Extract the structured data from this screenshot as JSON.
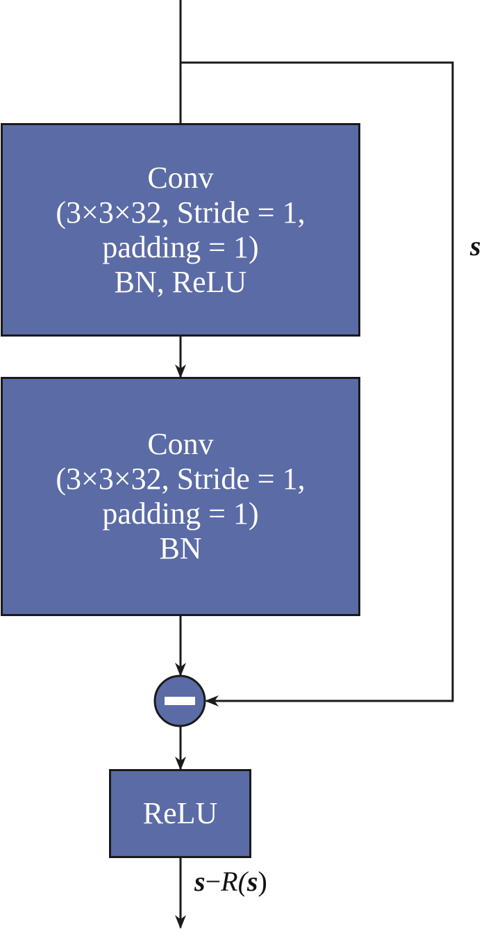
{
  "colors": {
    "block_fill": "#5b6ba6",
    "line": "#1a1a1a",
    "text_on_block": "#ffffff"
  },
  "block1": {
    "lines": [
      "Conv",
      "(3×3×32, Stride = 1,",
      "padding = 1)",
      "BN, ReLU"
    ]
  },
  "block2": {
    "lines": [
      "Conv",
      "(3×3×32, Stride = 1,",
      "padding = 1)",
      "BN"
    ]
  },
  "subtract_node": {
    "symbol": "minus"
  },
  "block3": {
    "label": "ReLU"
  },
  "skip_label": "s",
  "output_label": {
    "s1": "s",
    "minus": "−",
    "R": "R(",
    "s2": "s",
    "close": ")"
  }
}
